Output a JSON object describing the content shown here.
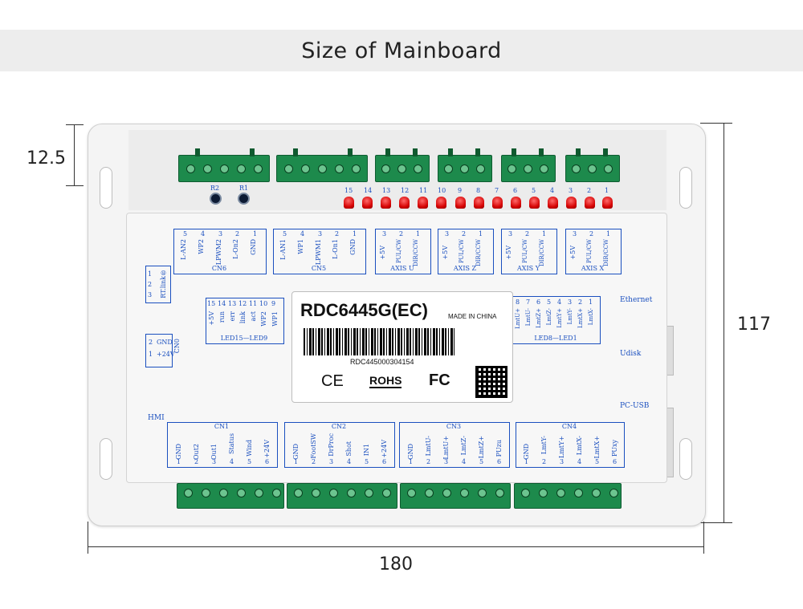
{
  "title": "Size of Mainboard",
  "dimensions": {
    "top_offset": "12.5",
    "height": "117",
    "width": "180"
  },
  "top_leds": {
    "buttons": [
      "R2",
      "R1"
    ],
    "led_numbers": [
      "15",
      "14",
      "13",
      "12",
      "11",
      "10",
      "9",
      "8",
      "7",
      "6",
      "5",
      "4",
      "3",
      "2",
      "1"
    ]
  },
  "upper_blocks": [
    {
      "name": "CN6",
      "pins": [
        "5",
        "4",
        "3",
        "2",
        "1"
      ],
      "labels": [
        "L-AN2",
        "WP2",
        "LPWM2",
        "L-On2",
        "GND"
      ]
    },
    {
      "name": "CN5",
      "pins": [
        "5",
        "4",
        "3",
        "2",
        "1"
      ],
      "labels": [
        "L-AN1",
        "WP1",
        "LPWM1",
        "L-On1",
        "GND"
      ]
    },
    {
      "name": "AXIS U",
      "pins": [
        "3",
        "2",
        "1"
      ],
      "labels": [
        "+5V",
        "PUL/CW",
        "DIR/CCW"
      ]
    },
    {
      "name": "AXIS Z",
      "pins": [
        "3",
        "2",
        "1"
      ],
      "labels": [
        "+5V",
        "PUL/CW",
        "DIR/CCW"
      ]
    },
    {
      "name": "AXIS Y",
      "pins": [
        "3",
        "2",
        "1"
      ],
      "labels": [
        "+5V",
        "PUL/CW",
        "DIR/CCW"
      ]
    },
    {
      "name": "AXIS X",
      "pins": [
        "3",
        "2",
        "1"
      ],
      "labels": [
        "+5V",
        "PUL/CW",
        "DIR/CCW"
      ]
    }
  ],
  "rtlink": {
    "pins": [
      "3",
      "2",
      "1"
    ],
    "label": "RT.link®"
  },
  "cn0": {
    "name": "CN0",
    "pins": [
      "2",
      "1"
    ],
    "labels": [
      "GND",
      "+24V"
    ]
  },
  "led15_9": {
    "name": "LED15—LED9",
    "pins": [
      "15",
      "14",
      "13",
      "12",
      "11",
      "10",
      "9"
    ],
    "labels": [
      "+5V",
      "run",
      "err",
      "link",
      "act",
      "WP2",
      "WP1"
    ]
  },
  "led8_1": {
    "name": "LED8—LED1",
    "pins": [
      "8",
      "7",
      "6",
      "5",
      "4",
      "3",
      "2",
      "1"
    ],
    "labels": [
      "LmtU+",
      "LmtU-",
      "LmtZ+",
      "LmtZ-",
      "LmtY+",
      "LmtY-",
      "LmtX+",
      "LmtX-"
    ]
  },
  "side_labels": {
    "ethernet": "Ethernet",
    "udisk": "Udisk",
    "pcusb": "PC-USB",
    "hmi": "HMI"
  },
  "sticker": {
    "model": "RDC6445G(EC)",
    "made_in": "MADE IN CHINA",
    "serial": "RDC445000304154",
    "ce": "CE",
    "rohs": "ROHS",
    "fc": "FC"
  },
  "lower_blocks": [
    {
      "name": "CN1",
      "pins": [
        "1",
        "2",
        "3",
        "4",
        "5",
        "6"
      ],
      "labels": [
        "GND",
        "Out2",
        "Out1",
        "Status",
        "Wind",
        "+24V"
      ]
    },
    {
      "name": "CN2",
      "pins": [
        "1",
        "2",
        "3",
        "4",
        "5",
        "6"
      ],
      "labels": [
        "GND",
        "FootSW",
        "DrProc",
        "Shot",
        "IN1",
        "+24V"
      ]
    },
    {
      "name": "CN3",
      "pins": [
        "1",
        "2",
        "3",
        "4",
        "5",
        "6"
      ],
      "labels": [
        "GND",
        "LmtU-",
        "LmtU+",
        "LmtZ-",
        "LmtZ+",
        "PUzu"
      ]
    },
    {
      "name": "CN4",
      "pins": [
        "1",
        "2",
        "3",
        "4",
        "5",
        "6"
      ],
      "labels": [
        "GND",
        "LmtY-",
        "LmtY+",
        "LmtX-",
        "LmtX+",
        "PUxy"
      ]
    }
  ]
}
